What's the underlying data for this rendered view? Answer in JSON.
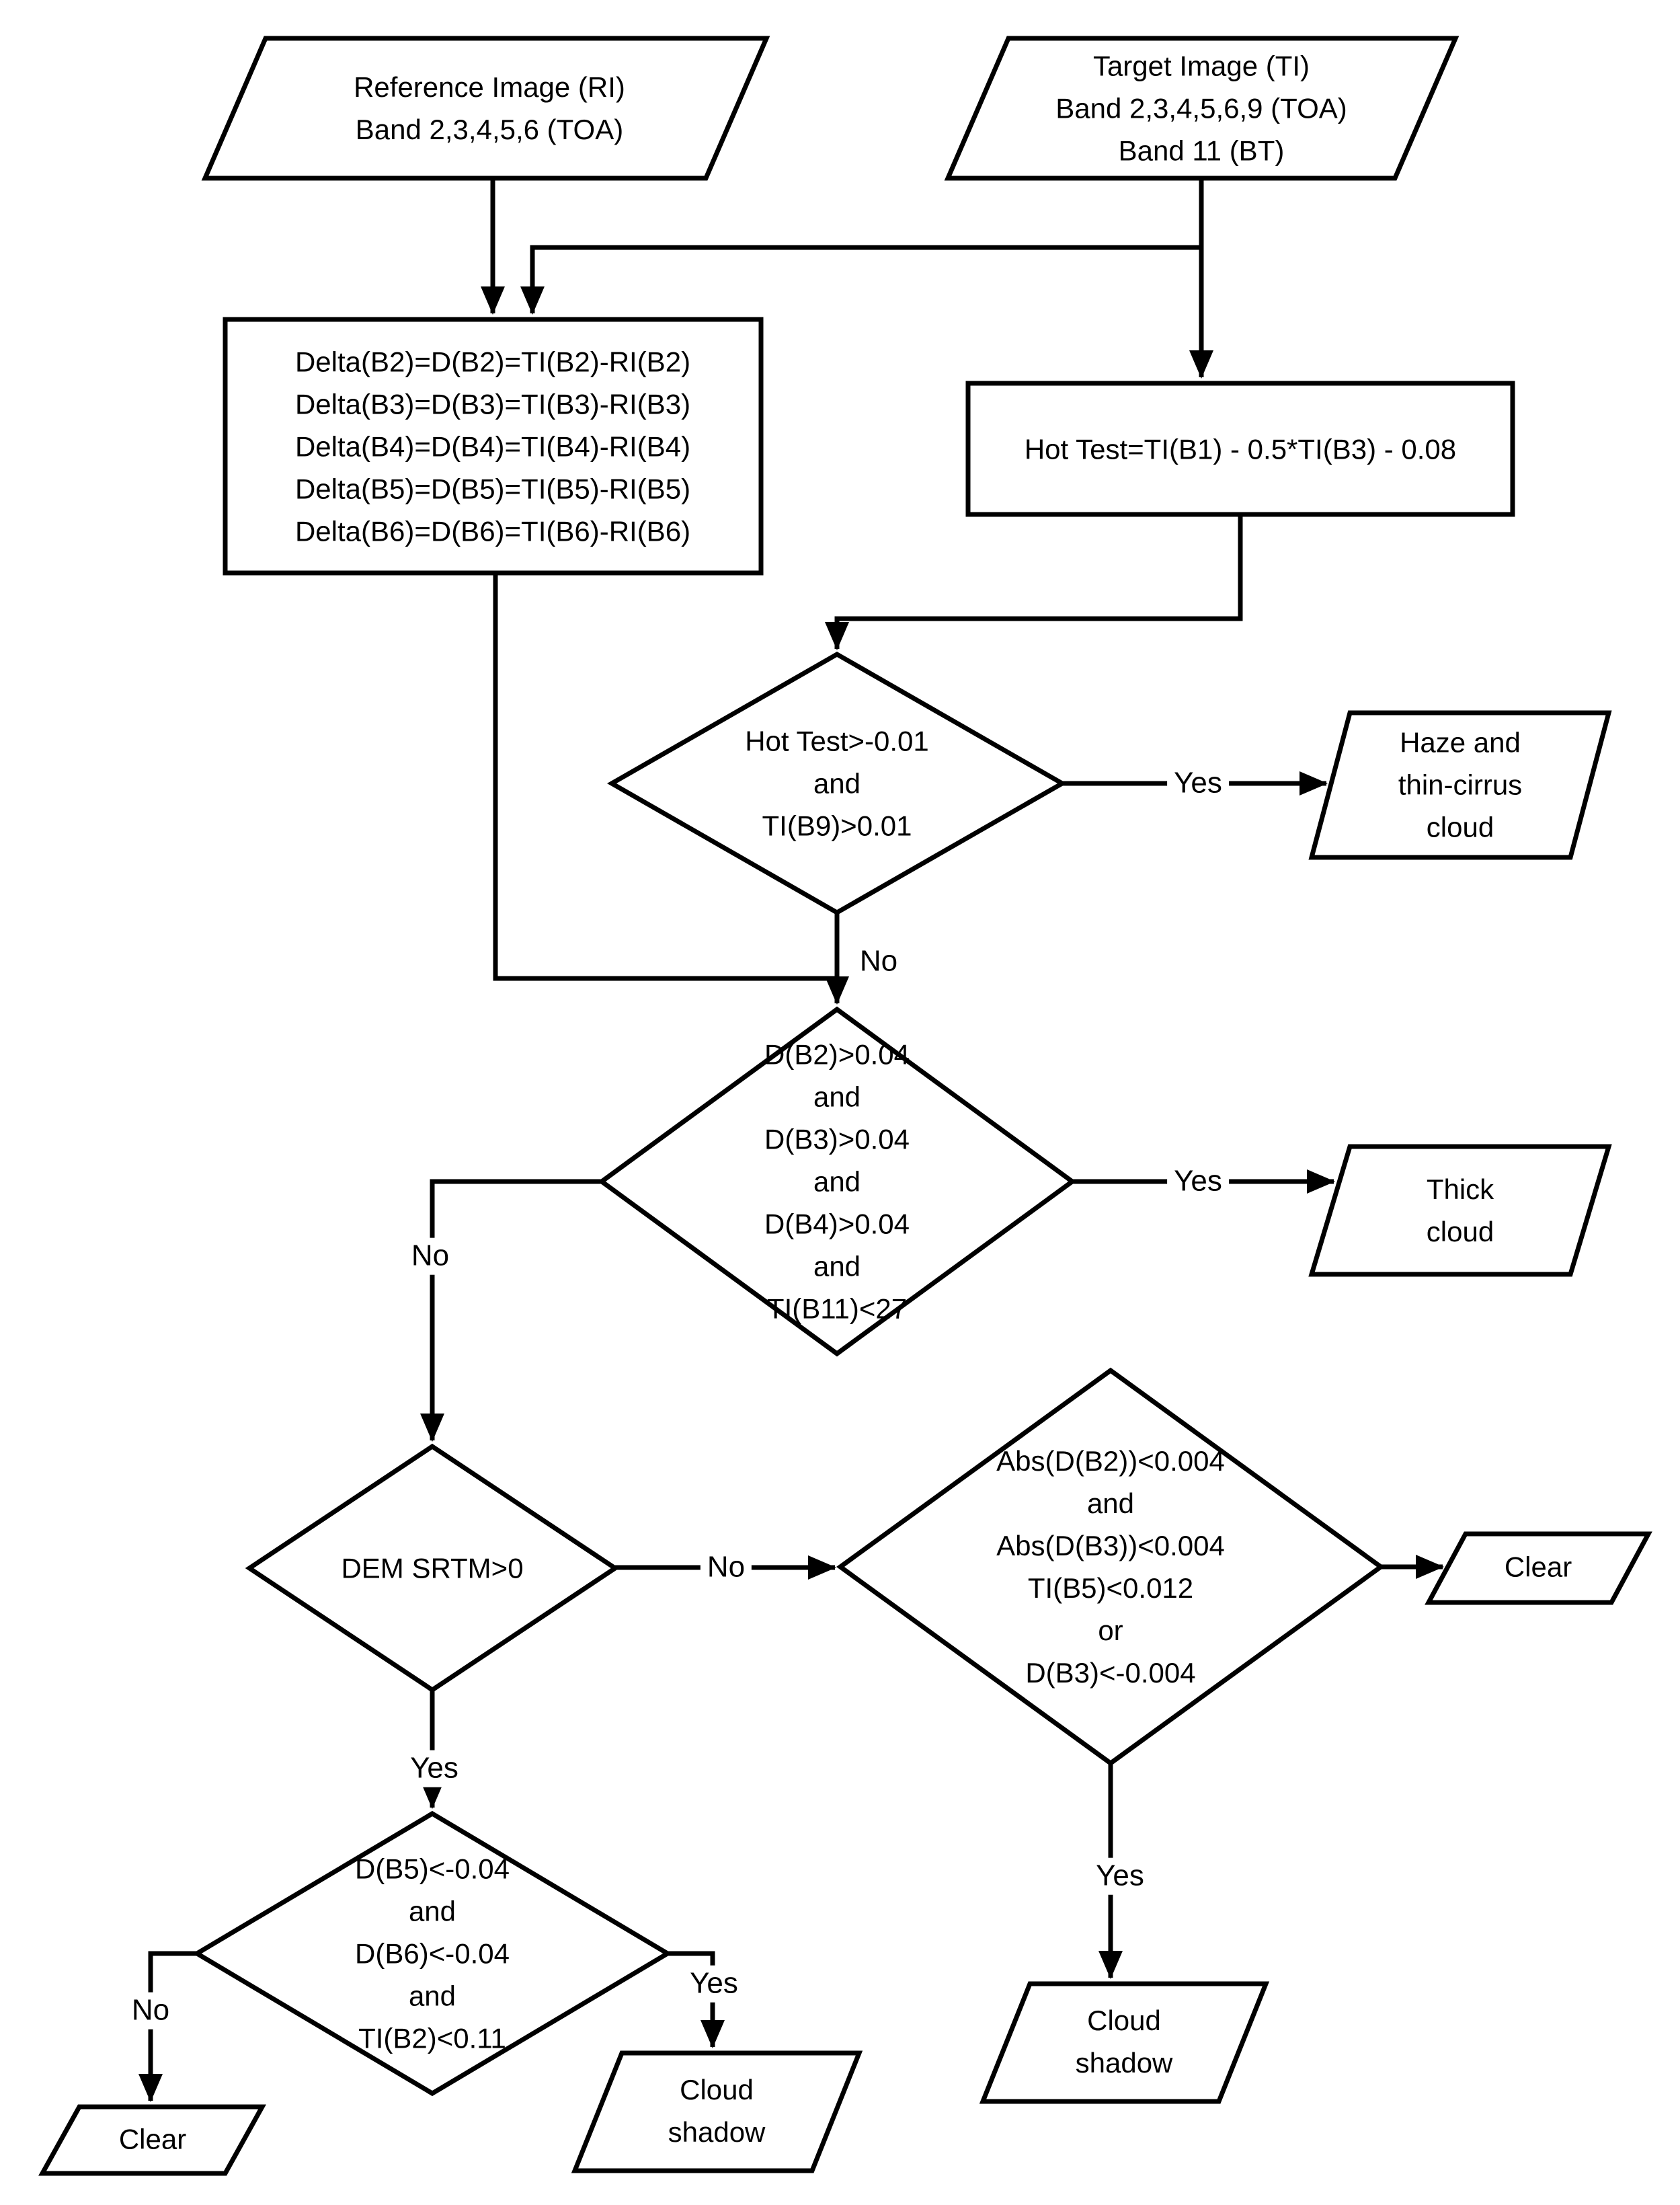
{
  "diagram": {
    "colors": {
      "line": "#000000",
      "background": "#ffffff",
      "text": "#000000"
    },
    "nodes": {
      "reference_image": {
        "shape": "parallelogram",
        "label": "Reference Image (RI)\nBand 2,3,4,5,6 (TOA)"
      },
      "target_image": {
        "shape": "parallelogram",
        "label": "Target Image (TI)\nBand 2,3,4,5,6,9 (TOA)\nBand 11 (BT)"
      },
      "delta_box": {
        "shape": "rectangle",
        "label": "Delta(B2)=D(B2)=TI(B2)-RI(B2)\nDelta(B3)=D(B3)=TI(B3)-RI(B3)\nDelta(B4)=D(B4)=TI(B4)-RI(B4)\nDelta(B5)=D(B5)=TI(B5)-RI(B5)\nDelta(B6)=D(B6)=TI(B6)-RI(B6)"
      },
      "hot_test_box": {
        "shape": "rectangle",
        "label": "Hot Test=TI(B1) - 0.5*TI(B3) - 0.08"
      },
      "haze_decision": {
        "shape": "diamond",
        "label": "Hot Test>-0.01\nand\nTI(B9)>0.01"
      },
      "haze_result": {
        "shape": "parallelogram",
        "label": "Haze and\nthin-cirrus\ncloud"
      },
      "thick_decision": {
        "shape": "diamond",
        "label": "D(B2)>0.04\nand\nD(B3)>0.04\nand\nD(B4)>0.04\nand\nTI(B11)<27"
      },
      "thick_result": {
        "shape": "parallelogram",
        "label": "Thick\ncloud"
      },
      "dem_decision": {
        "shape": "diamond",
        "label": "DEM SRTM>0"
      },
      "clear_decision": {
        "shape": "diamond",
        "label": "Abs(D(B2))<0.004\nand\nAbs(D(B3))<0.004\nTI(B5)<0.012\nor\nD(B3)<-0.004"
      },
      "clear_right_result": {
        "shape": "parallelogram",
        "label": "Clear"
      },
      "shadow_decision": {
        "shape": "diamond",
        "label": "D(B5)<-0.04\nand\nD(B6)<-0.04\nand\nTI(B2)<0.11"
      },
      "clear_left_result": {
        "shape": "parallelogram",
        "label": "Clear"
      },
      "shadow_left_result": {
        "shape": "parallelogram",
        "label": "Cloud\nshadow"
      },
      "shadow_right_result": {
        "shape": "parallelogram",
        "label": "Cloud\nshadow"
      }
    },
    "edge_labels": {
      "haze_yes": "Yes",
      "haze_no": "No",
      "thick_yes": "Yes",
      "thick_no": "No",
      "dem_yes": "Yes",
      "dem_no": "No",
      "shadow_clear_yes": "Yes",
      "shadow_no": "No",
      "shadow_yes": "Yes"
    }
  }
}
